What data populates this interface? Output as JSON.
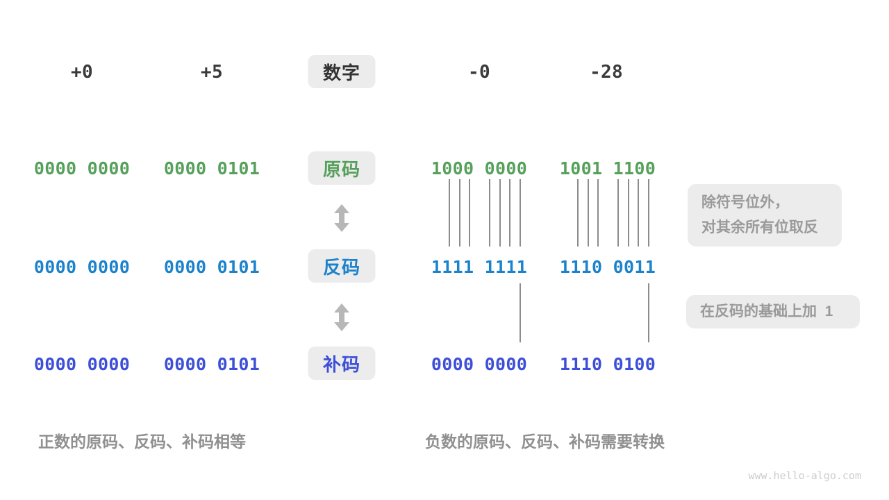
{
  "header": {
    "badge_label": "数字",
    "values": [
      "+0",
      "+5",
      "-0",
      "-28"
    ]
  },
  "rows": [
    {
      "label": "原码",
      "values": [
        "0000 0000",
        "0000 0101",
        "1000 0000",
        "1001 1100"
      ]
    },
    {
      "label": "反码",
      "values": [
        "0000 0000",
        "0000 0101",
        "1111 1111",
        "1110 0011"
      ]
    },
    {
      "label": "补码",
      "values": [
        "0000 0000",
        "0000 0101",
        "0000 0000",
        "1110 0100"
      ]
    }
  ],
  "notes": {
    "invert_line1": "除符号位外，",
    "invert_line2": "对其余所有位取反",
    "add_one": "在反码的基础上加  1"
  },
  "captions": {
    "positive": "正数的原码、反码、补码相等",
    "negative": "负数的原码、反码、补码需要转换"
  },
  "watermark": "www.hello-algo.com",
  "colors": {
    "sign_magnitude_green": "#57a05c",
    "ones_complement_blue": "#1b82cb",
    "twos_complement_indigo": "#3d4fd8",
    "badge_background": "#ececec",
    "annotation_gray": "#9a9a9a",
    "connector_line_gray": "#8c8c8c"
  }
}
